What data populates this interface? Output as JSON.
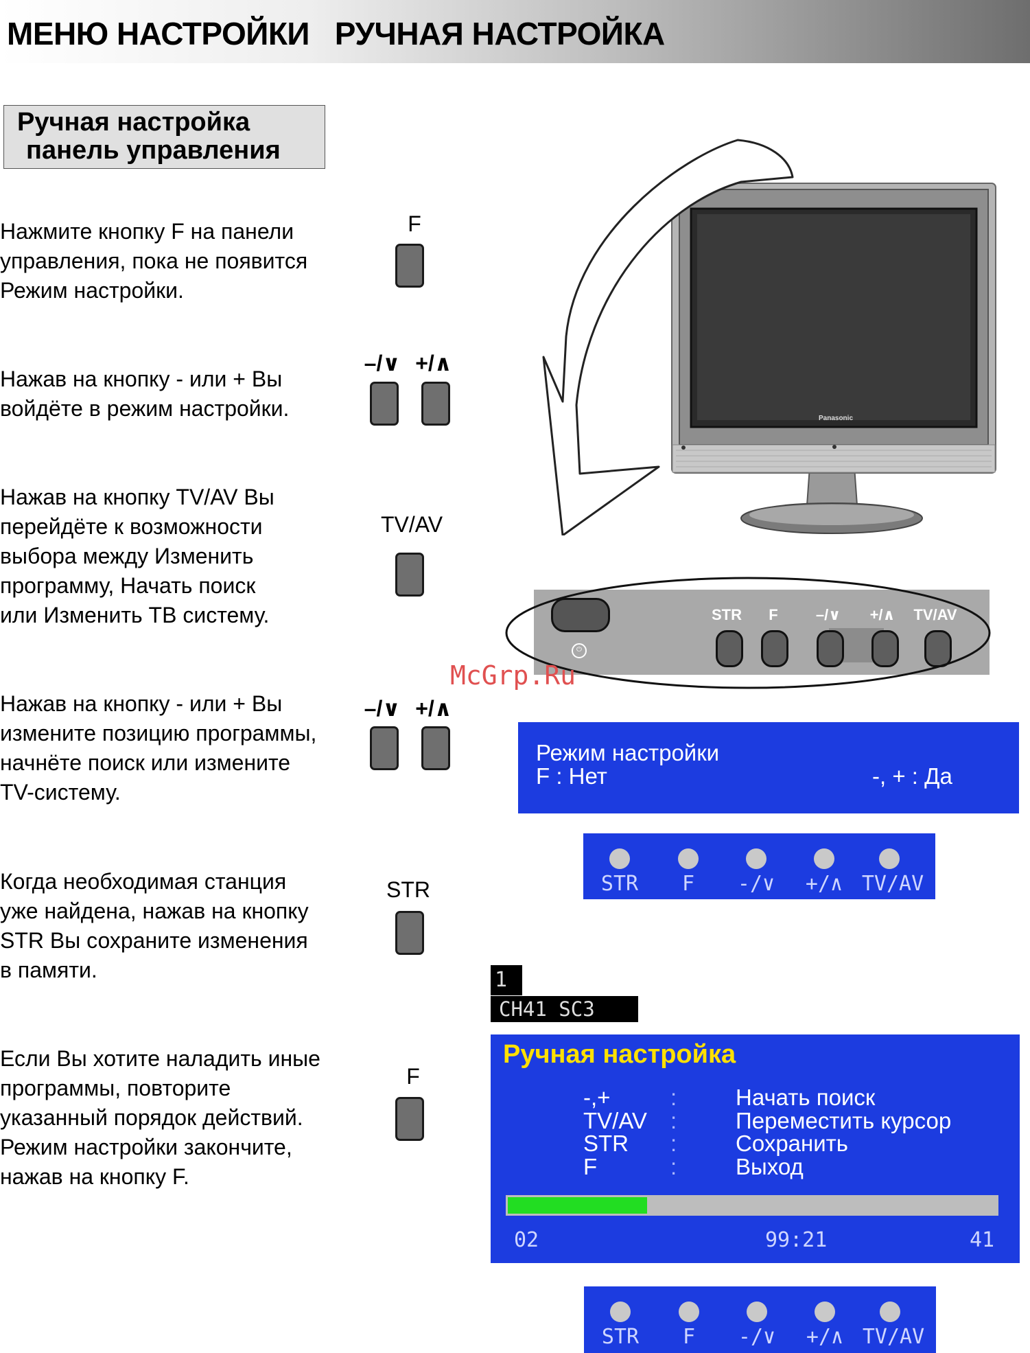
{
  "header": {
    "title": "МЕНЮ НАСТРОЙКИ   РУЧНАЯ НАСТРОЙКА"
  },
  "section": {
    "line1": "Ручная настройка",
    "line2": "панель управления"
  },
  "steps": [
    {
      "text": "Нажмите кнопку F на панели\nуправления, пока не появится\nРежим настройки.",
      "button_label": "F"
    },
    {
      "text": "Нажав на кнопку - или + Вы\nвойдёте в режим настройки.",
      "button_labels": [
        "–/∨",
        "+/∧"
      ]
    },
    {
      "text": "Нажав на кнопку TV/AV Вы\nперейдёте к возможности\nвыбора между Изменить\nпрограмму, Начать поиск\nили Изменить ТВ систему.",
      "button_label": "TV/AV"
    },
    {
      "text": "Нажав на кнопку - или + Вы\nизмените позицию программы,\nначнёте поиск или измените\nTV-систему.",
      "button_labels": [
        "–/∨",
        "+/∧"
      ]
    },
    {
      "text": "Когда необходимая станция\nуже найдена, нажав на кнопку\nSTR Вы сохраните изменения\nв памяти.",
      "button_label": "STR"
    },
    {
      "text": "Если Вы хотите наладить иные\nпрограммы, повторите\nуказанный порядок действий.\nРежим настройки закончите,\nнажав на кнопку F.",
      "button_label": "F"
    }
  ],
  "tv": {
    "brand": "Panasonic"
  },
  "control_panel": {
    "labels": [
      "STR",
      "F",
      "–/∨",
      "+/∧",
      "TV/AV"
    ],
    "power_icon": "power-icon"
  },
  "watermark": "McGrp.Ru",
  "osd_mode": {
    "line1": "Режим настройки",
    "left": "F : Нет",
    "right": "-, + : Да"
  },
  "button_legend": {
    "labels": [
      "STR",
      "F",
      "-/∨",
      "+/∧",
      "TV/AV"
    ]
  },
  "channel_info": {
    "number": "1",
    "channel": "CH41 SC3"
  },
  "osd_manual": {
    "title": "Ручная настройка",
    "rows": [
      {
        "key": "-,+",
        "sep": ":",
        "action": "Начать поиск"
      },
      {
        "key": "TV/AV",
        "sep": ":",
        "action": "Переместить курсор"
      },
      {
        "key": "STR",
        "sep": ":",
        "action": "Сохранить"
      },
      {
        "key": "F",
        "sep": ":",
        "action": "Выход"
      }
    ],
    "progress": 0.285,
    "progress_color": "#22dd22",
    "footer": {
      "left": "02",
      "center": "99:21",
      "right": "41"
    }
  },
  "colors": {
    "osd_blue": "#1c3ce0",
    "osd_title": "#ffe000"
  }
}
